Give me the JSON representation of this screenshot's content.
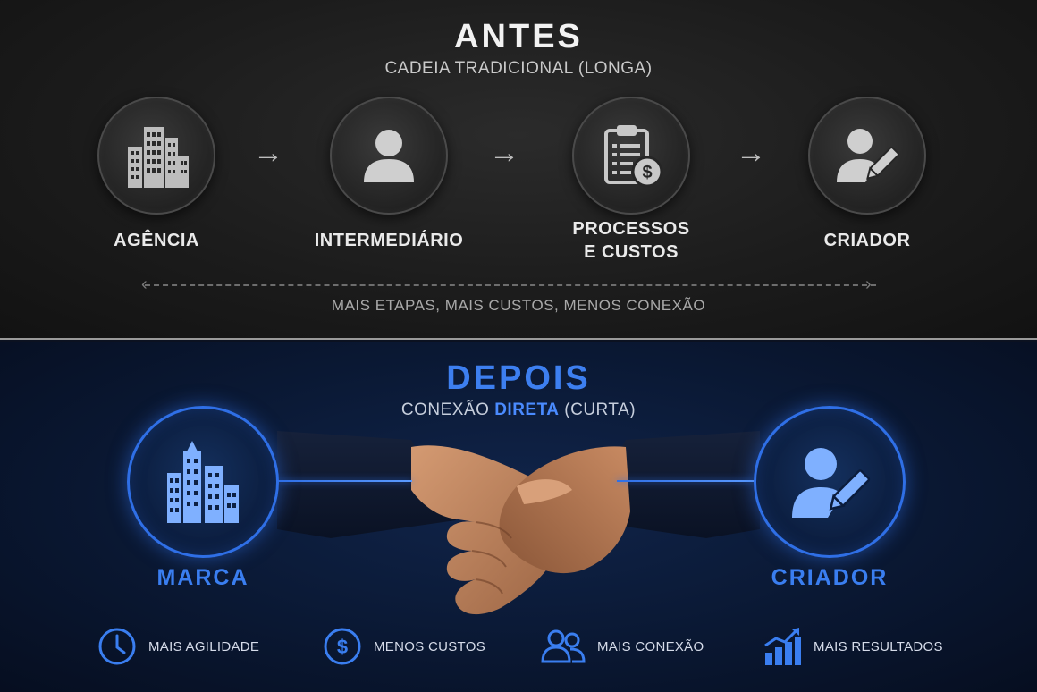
{
  "before": {
    "title": "ANTES",
    "subtitle": "CADEIA TRADICIONAL (LONGA)",
    "steps": [
      {
        "label_line1": "AGÊNCIA",
        "label_line2": "",
        "icon": "buildings-icon"
      },
      {
        "label_line1": "INTERMEDIÁRIO",
        "label_line2": "",
        "icon": "person-icon"
      },
      {
        "label_line1": "PROCESSOS",
        "label_line2": "E CUSTOS",
        "icon": "clipboard-dollar-icon"
      },
      {
        "label_line1": "CRIADOR",
        "label_line2": "",
        "icon": "person-pencil-icon"
      }
    ],
    "arrow_glyph": "→",
    "caption": "MAIS ETAPAS, MAIS CUSTOS, MENOS CONEXÃO"
  },
  "after": {
    "title": "DEPOIS",
    "subtitle_pre": "CONEXÃO ",
    "subtitle_highlight": "DIRETA",
    "subtitle_post": " (CURTA)",
    "left_label": "MARCA",
    "right_label": "CRIADOR",
    "left_icon": "buildings-icon",
    "right_icon": "person-pencil-icon",
    "center_image": "handshake",
    "benefits": [
      {
        "label": "MAIS AGILIDADE",
        "icon": "clock-icon"
      },
      {
        "label": "MENOS CUSTOS",
        "icon": "dollar-circle-icon"
      },
      {
        "label": "MAIS CONEXÃO",
        "icon": "people-icon"
      },
      {
        "label": "MAIS RESULTADOS",
        "icon": "bar-chart-up-icon"
      }
    ]
  },
  "colors": {
    "accent_blue": "#3a7ef0",
    "top_bg": "#1c1c1c",
    "bottom_bg": "#0a1833"
  }
}
